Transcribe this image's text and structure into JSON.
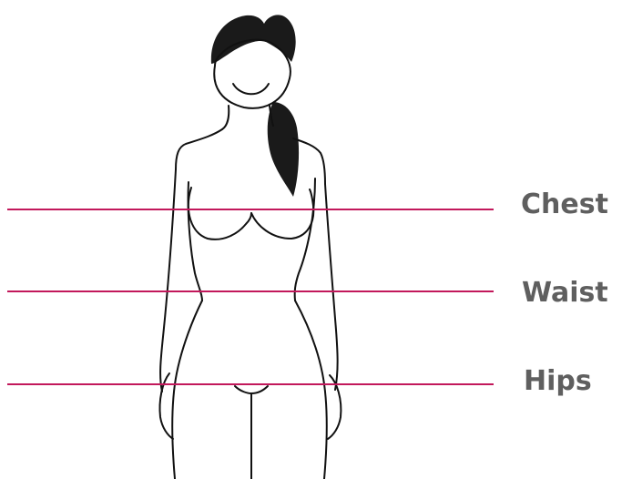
{
  "labels": {
    "chest": "Chest",
    "waist": "Waist",
    "hips": "Hips"
  },
  "colors": {
    "measure_line": "#c2185b",
    "label_text": "#5f5f5f",
    "outline": "#111111",
    "hair": "#1a1a1a",
    "background": "#ffffff"
  }
}
